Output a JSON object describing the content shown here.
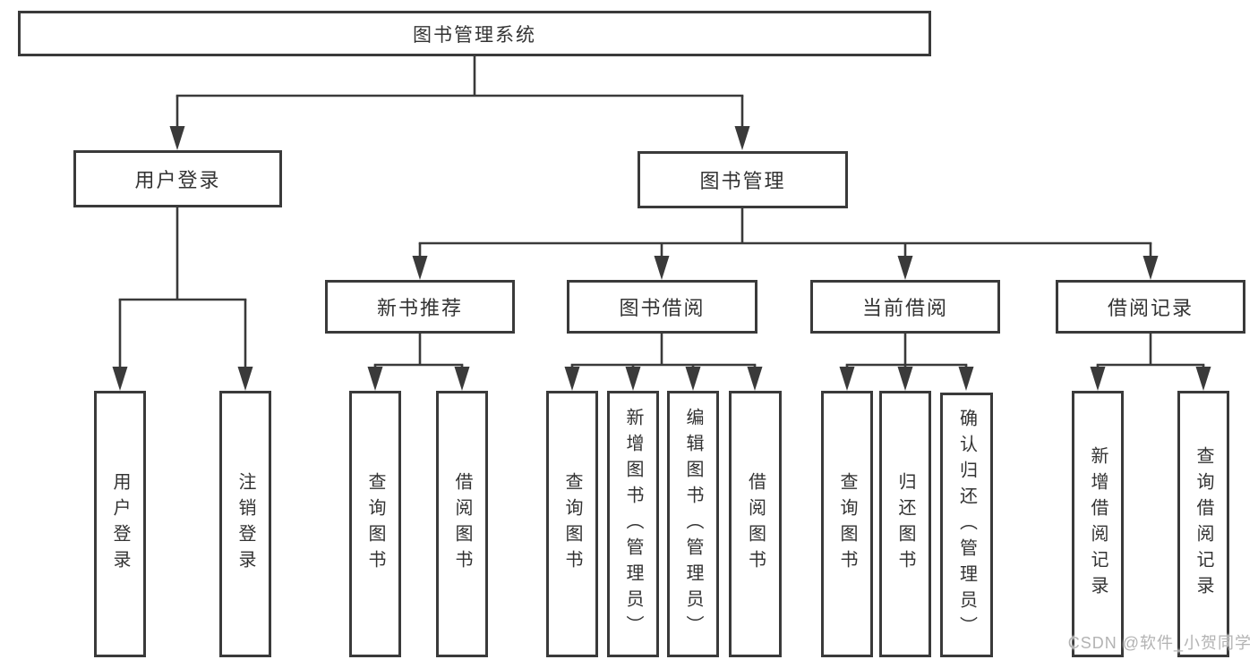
{
  "watermark": {
    "text": "CSDN @软件_小贺同学"
  },
  "colors": {
    "line": "#3a3a3a",
    "border": "#3a3a3a",
    "text": "#333333",
    "watermark": "#b3b3b3",
    "background": "#ffffff"
  },
  "diagram": {
    "root": {
      "label": "图书管理系统"
    },
    "branches": [
      {
        "label": "用户登录",
        "children": [
          {
            "label": "用户登录"
          },
          {
            "label": "注销登录"
          }
        ]
      },
      {
        "label": "图书管理",
        "children": [
          {
            "label": "新书推荐",
            "children": [
              {
                "label": "查询图书"
              },
              {
                "label": "借阅图书"
              }
            ]
          },
          {
            "label": "图书借阅",
            "children": [
              {
                "label": "查询图书"
              },
              {
                "label": "新增图书（管理员）"
              },
              {
                "label": "编辑图书（管理员）"
              },
              {
                "label": "借阅图书"
              }
            ]
          },
          {
            "label": "当前借阅",
            "children": [
              {
                "label": "查询图书"
              },
              {
                "label": "归还图书"
              },
              {
                "label": "确认归还（管理员）"
              }
            ]
          },
          {
            "label": "借阅记录",
            "children": [
              {
                "label": "新增借阅记录"
              },
              {
                "label": "查询借阅记录"
              }
            ]
          }
        ]
      }
    ]
  }
}
